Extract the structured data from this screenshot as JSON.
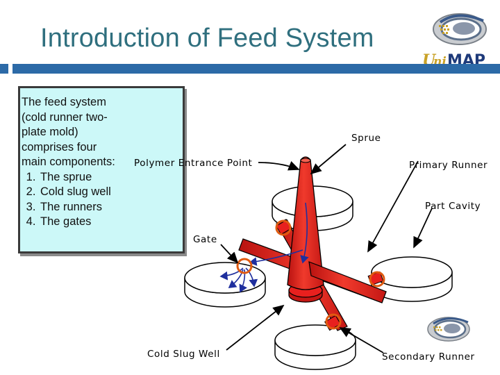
{
  "slide": {
    "title": "Introduction of Feed System"
  },
  "logo": {
    "text_u": "U",
    "text_ni": "ni",
    "text_map": "MAP"
  },
  "textbox": {
    "intro": "The feed system (cold runner two-plate mold) comprises four main components:",
    "items": [
      "The sprue",
      "Cold slug well",
      "The runners",
      "The gates"
    ]
  },
  "diagram": {
    "labels": {
      "sprue": "Sprue",
      "polymer_entrance_point": "Polymer Entrance Point",
      "primary_runner": "Primary Runner",
      "part_cavity": "Part Cavity",
      "gate": "Gate",
      "cold_slug_well": "Cold Slug Well",
      "secondary_runner": "Secondary Runner"
    }
  },
  "colors": {
    "title": "#2f6f7e",
    "rule": "#2c6aa7",
    "textbox_fill": "#ccf8f8",
    "runner_red": "#e8201e",
    "gate_ring": "#e05a10",
    "flow_arrow": "#1f2f9e"
  }
}
